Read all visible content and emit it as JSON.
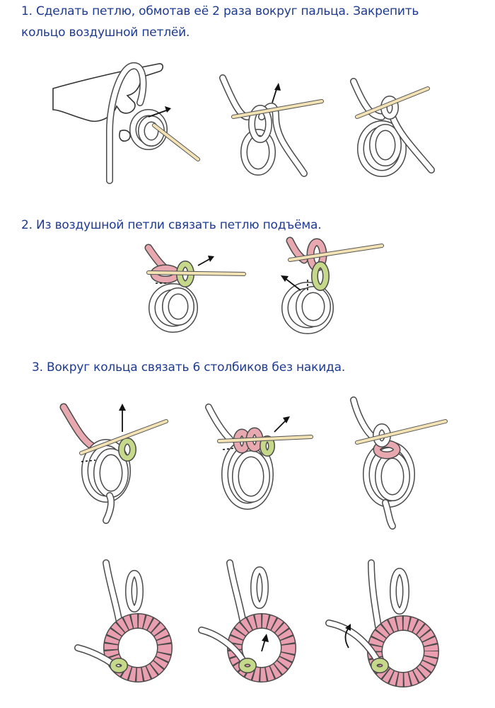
{
  "steps": [
    {
      "line1": "1. Сделать петлю, обмотав её 2 раза вокруг пальца. Закрепить",
      "line2": "кольцо воздушной петлёй."
    },
    {
      "line1": "2. Из воздушной петли связать петлю подъёма."
    },
    {
      "line1": "3. Вокруг кольца связать 6 столбиков без накида."
    }
  ],
  "colors": {
    "text": "#1e3a8f",
    "yarn": "#ffffff",
    "yarn_outline": "#4a4a4a",
    "pink_stitch": "#e8a8b0",
    "green_stitch": "#c6d98a",
    "hook": "#f3e3b4"
  }
}
